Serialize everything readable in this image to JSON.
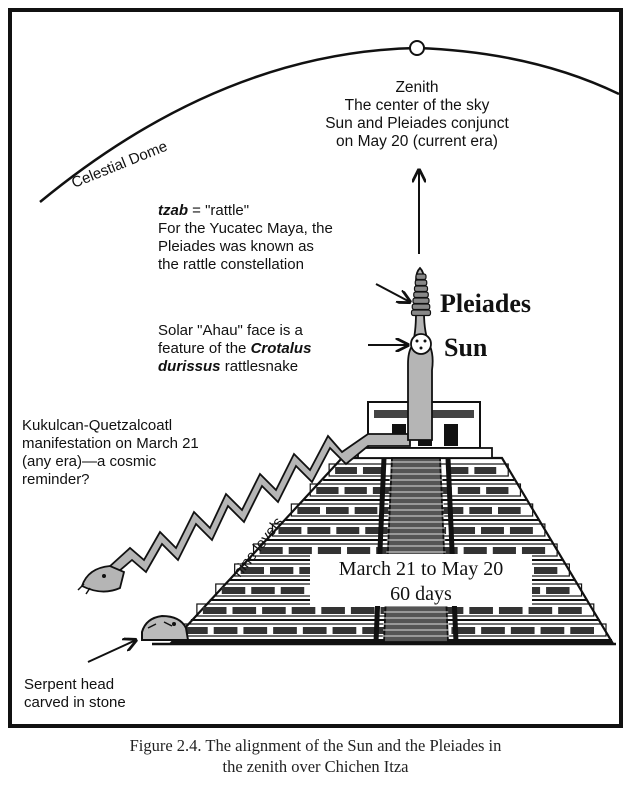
{
  "figure": {
    "celestial_dome_label": "Celestial Dome",
    "zenith": {
      "line1": "Zenith",
      "line2": "The center of the sky",
      "line3": "Sun and Pleiades conjunct",
      "line4": "on May 20 (current era)"
    },
    "tzab": {
      "term": "tzab",
      "rest": " = \"rattle\"",
      "line2": "For the Yucatec Maya, the",
      "line3": "Pleiades was known as",
      "line4": "the rattle constellation"
    },
    "pleiades_label": "Pleiades",
    "sun_label": "Sun",
    "solar": {
      "line1": "Solar \"Ahau\" face is a",
      "line2_plain": "feature of the ",
      "line2_italic": "Crotalus",
      "line3_italic": "durissus",
      "line3_plain": " rattlesnake"
    },
    "kukulcan": {
      "line1": "Kukulcan-Quetzalcoatl",
      "line2": "manifestation on March 21",
      "line3": "(any era)—a cosmic",
      "line4": "reminder?"
    },
    "nine_levels_label": "nine levels",
    "date_box": {
      "line1": "March 21 to May 20",
      "line2": "60 days"
    },
    "serpent_head": {
      "line1": "Serpent head",
      "line2": "carved in stone"
    }
  },
  "caption": {
    "line1": "Figure 2.4. The alignment of the Sun and the Pleiades in",
    "line2": "the zenith over Chichen Itza"
  },
  "colors": {
    "ink": "#111111",
    "serpent_gray": "#b5b5b5",
    "paper": "#ffffff"
  }
}
